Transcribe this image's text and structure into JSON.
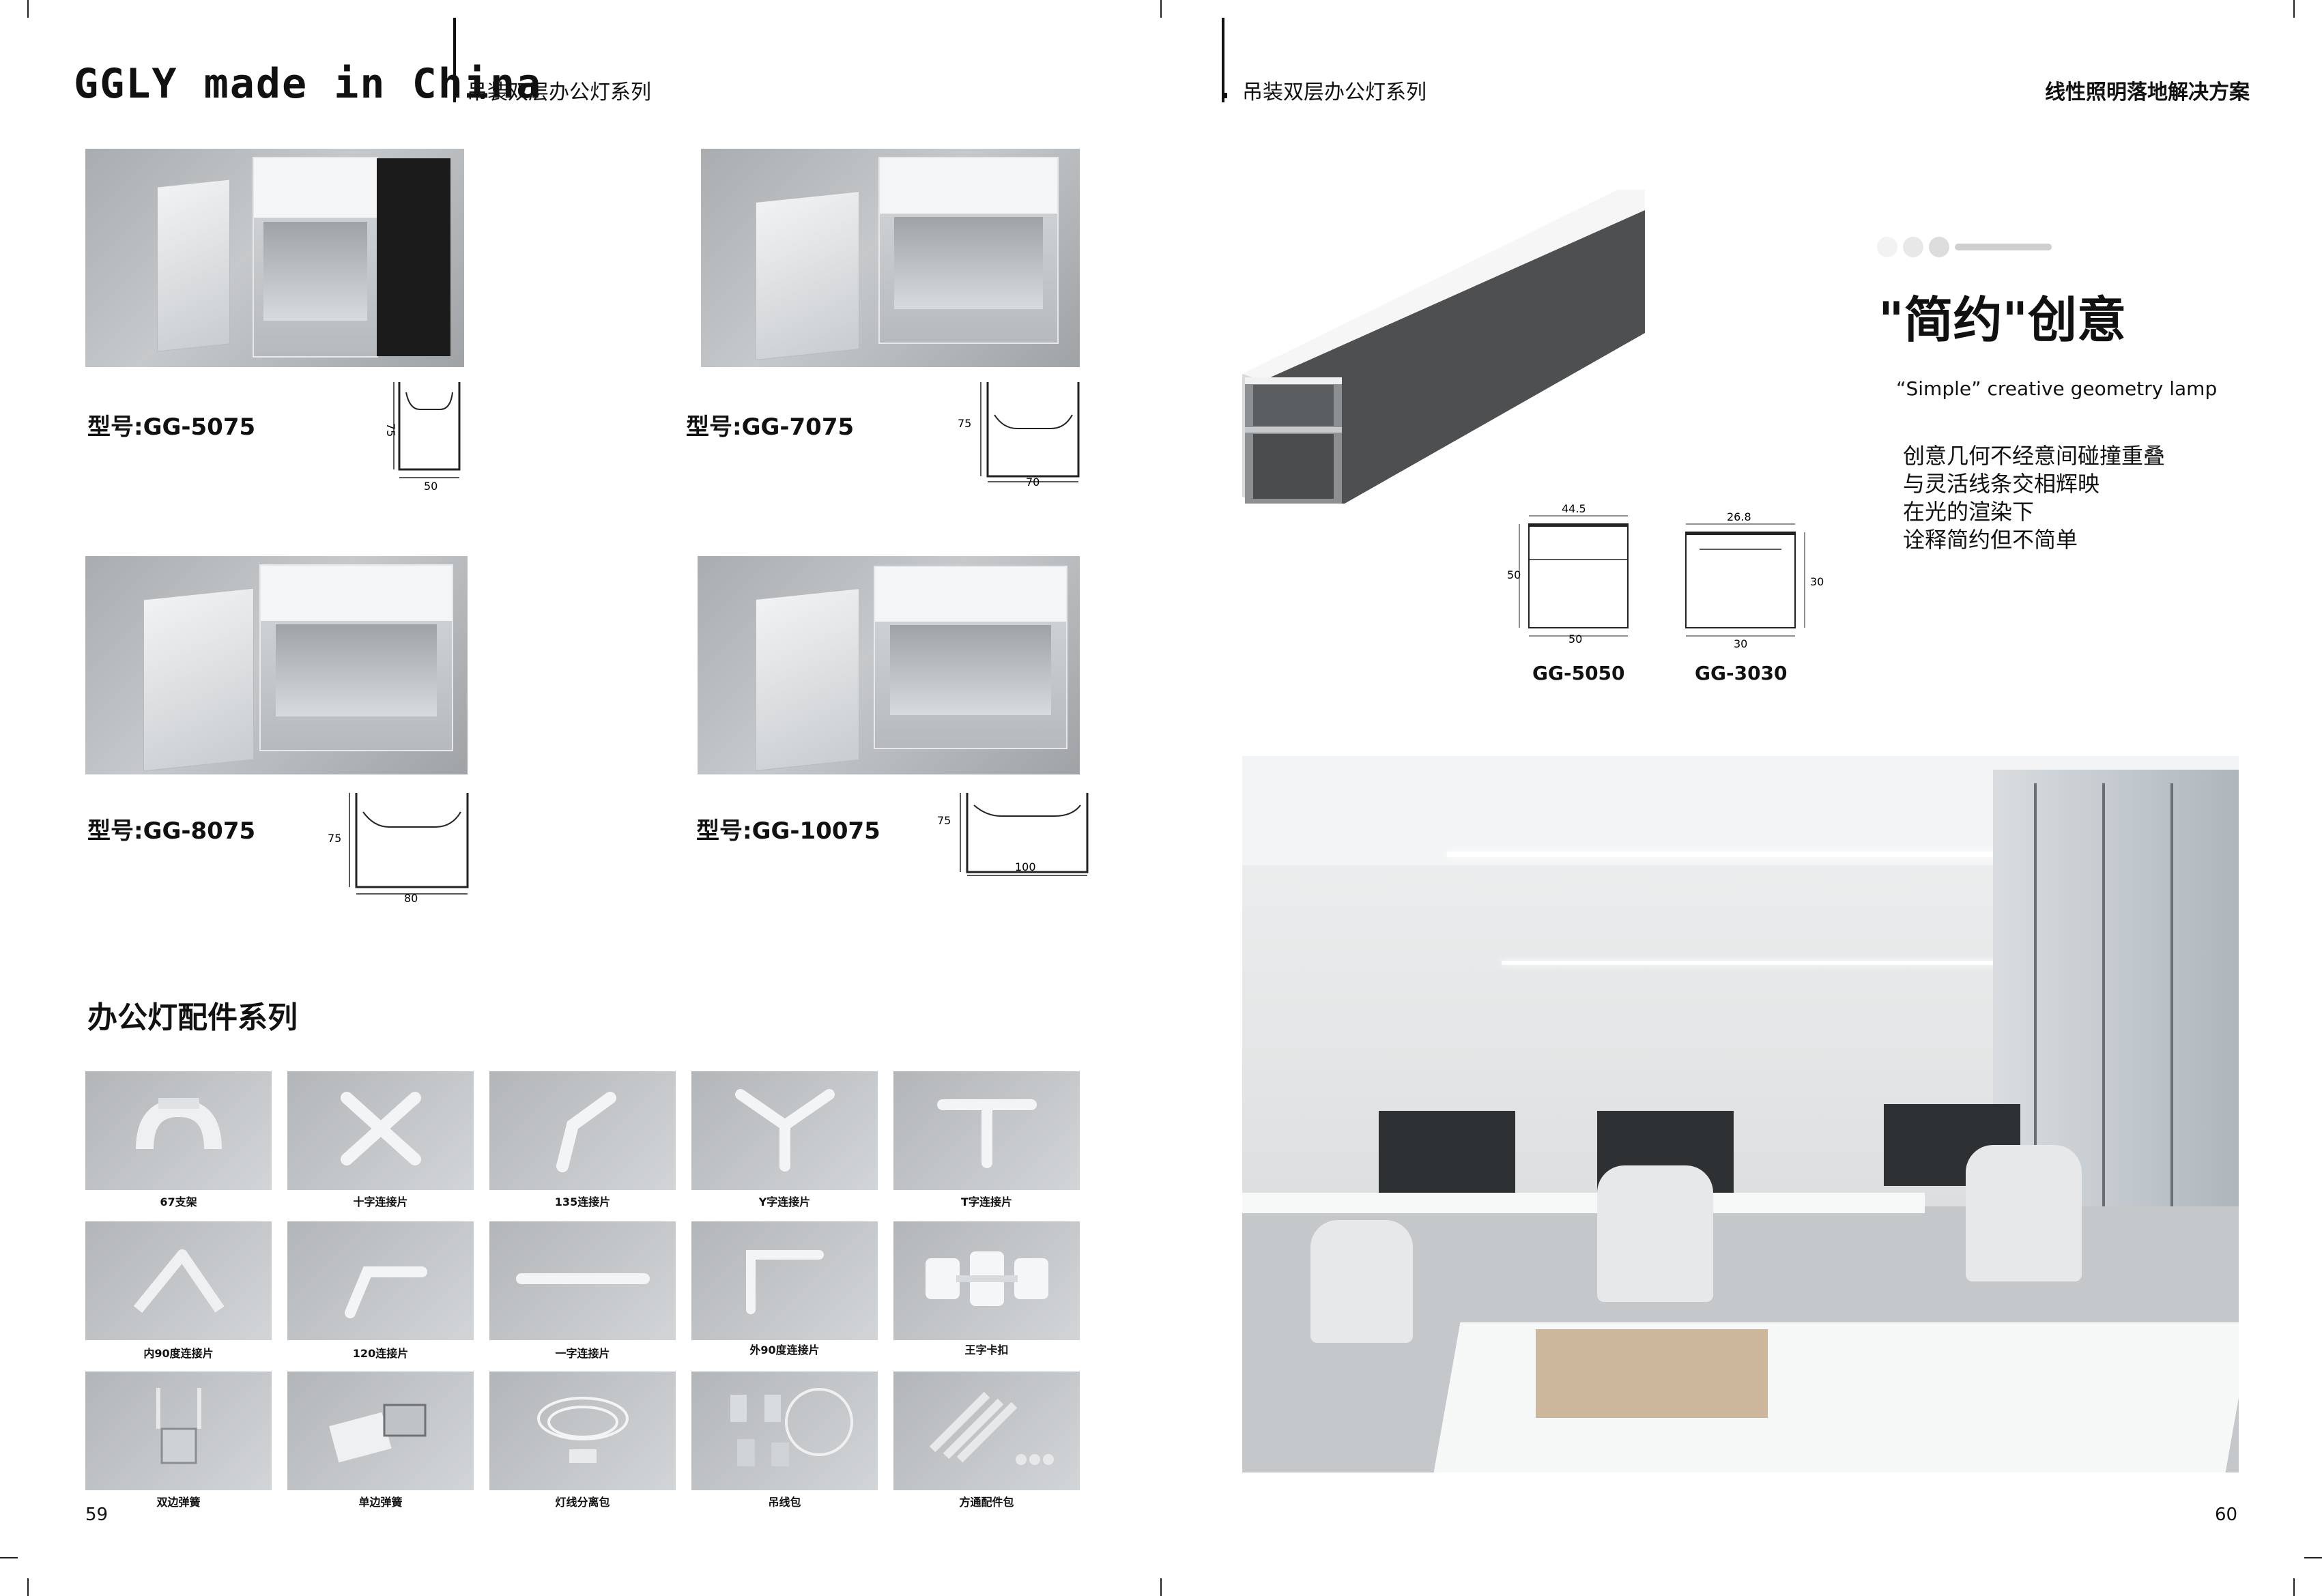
{
  "left_page": {
    "brand": "GGLY made in China",
    "series_title": "吊装双层办公灯系列",
    "products": [
      {
        "model": "型号:GG-5075",
        "width_dim": "50",
        "height_dim": "75"
      },
      {
        "model": "型号:GG-7075",
        "width_dim": "70",
        "height_dim": "75"
      },
      {
        "model": "型号:GG-8075",
        "width_dim": "80",
        "height_dim": "75"
      },
      {
        "model": "型号:GG-10075",
        "width_dim": "100",
        "height_dim": "75"
      }
    ],
    "accessories_title": "办公灯配件系列",
    "accessories": [
      "67支架",
      "十字连接片",
      "135连接片",
      "Y字连接片",
      "T字连接片",
      "内90度连接片",
      "120连接片",
      "一字连接片",
      "外90度连接片",
      "王字卡扣",
      "双边弹簧",
      "单边弹簧",
      "灯线分离包",
      "吊线包",
      "方通配件包"
    ],
    "page_number": "59"
  },
  "right_page": {
    "series_title": "吊装双层办公灯系列",
    "solution_title": "线性照明落地解决方案",
    "headline": "\"简约\"创意",
    "subtitle": "“Simple” creative geometry lamp",
    "description": [
      "创意几何不经意间碰撞重叠",
      "与灵活线条交相辉映",
      "在光的渲染下",
      "诠释简约但不简单"
    ],
    "profiles": [
      {
        "model": "GG-5050",
        "top_dim": "44.5",
        "width_dim": "50",
        "height_dim": "50"
      },
      {
        "model": "GG-3030",
        "top_dim": "26.8",
        "width_dim": "30",
        "height_dim": "30"
      }
    ],
    "page_number": "60"
  }
}
